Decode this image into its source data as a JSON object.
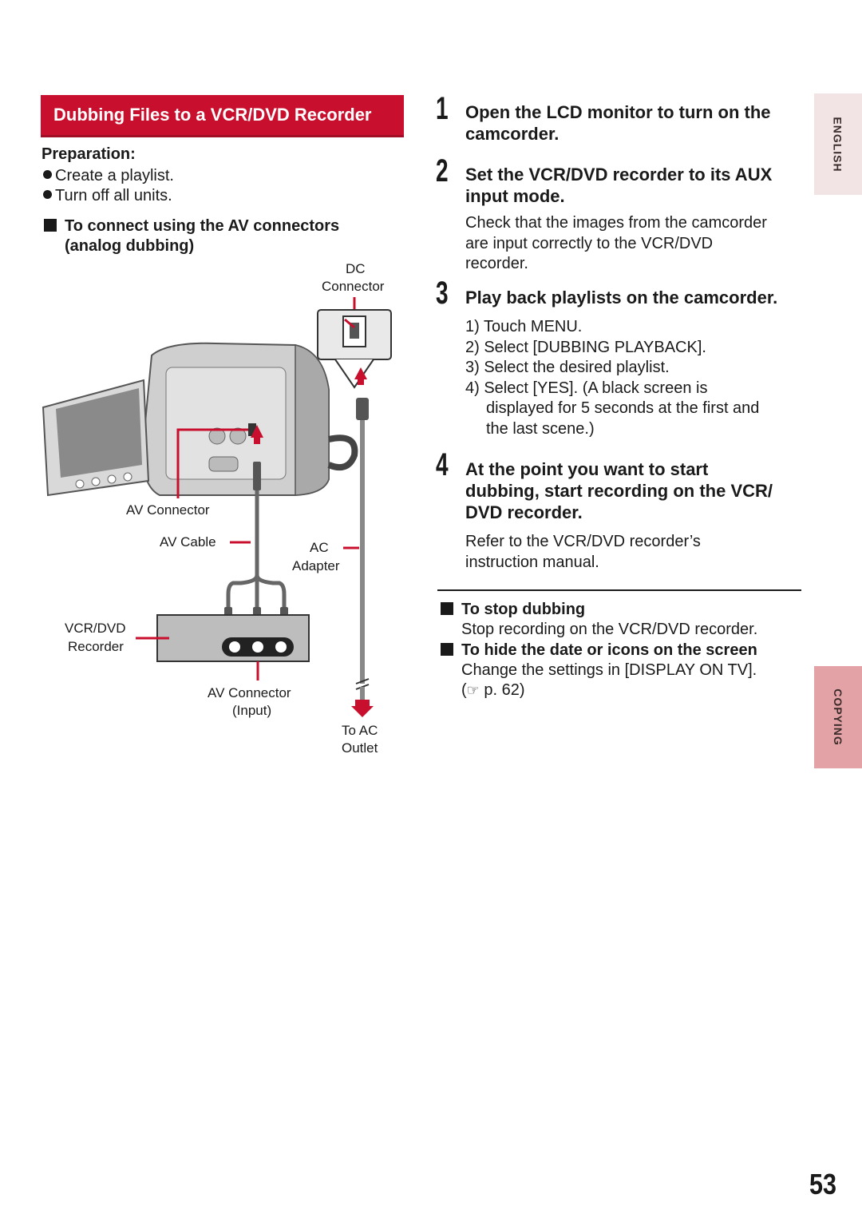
{
  "section_banner": "Dubbing Files to a VCR/DVD Recorder",
  "preparation": {
    "title": "Preparation:",
    "items": [
      "Create a playlist.",
      "Turn off all units."
    ]
  },
  "connect_heading": {
    "line1": "To connect using the AV connectors",
    "line2": "(analog dubbing)"
  },
  "diagram_labels": {
    "dc_line1": "DC",
    "dc_line2": "Connector",
    "av_connector": "AV Connector",
    "av_cable": "AV Cable",
    "ac_line1": "AC",
    "ac_line2": "Adapter",
    "recorder_line1": "VCR/DVD",
    "recorder_line2": "Recorder",
    "av_input_line1": "AV Connector",
    "av_input_line2": "(Input)",
    "outlet_line1": "To AC",
    "outlet_line2": "Outlet"
  },
  "steps": [
    {
      "num": "1",
      "title_lines": [
        "Open the LCD monitor to turn on the",
        "camcorder."
      ]
    },
    {
      "num": "2",
      "title_lines": [
        "Set the VCR/DVD recorder to its AUX",
        "input mode."
      ],
      "body": [
        "Check that the images from the camcorder",
        "are input correctly to the VCR/DVD",
        "recorder."
      ]
    },
    {
      "num": "3",
      "title_lines": [
        "Play back playlists on the camcorder."
      ],
      "list": [
        "1) Touch MENU.",
        "2) Select [DUBBING PLAYBACK].",
        "3) Select the desired playlist.",
        "4) Select [YES]. (A black screen is",
        "displayed for 5 seconds at the first and",
        "the last scene.)"
      ]
    },
    {
      "num": "4",
      "title_lines": [
        "At the point you want to start",
        "dubbing, start recording on the VCR/",
        "DVD recorder."
      ],
      "body": [
        "Refer to the VCR/DVD recorder’s",
        "instruction manual."
      ]
    }
  ],
  "notes": {
    "stop_title": "To stop dubbing",
    "stop_body": "Stop recording on the VCR/DVD recorder.",
    "hide_title": "To hide the date or icons on the screen",
    "hide_body": "Change the settings in [DISPLAY ON TV].",
    "hide_ref": "p. 62)",
    "hide_ref_open": "("
  },
  "tabs": {
    "english": "ENGLISH",
    "copying": "COPYING"
  },
  "tab_colors": {
    "english": "#f2e4e4",
    "copying": "#e3a3a6"
  },
  "accent_color": "#c8102e",
  "page_number": "53"
}
